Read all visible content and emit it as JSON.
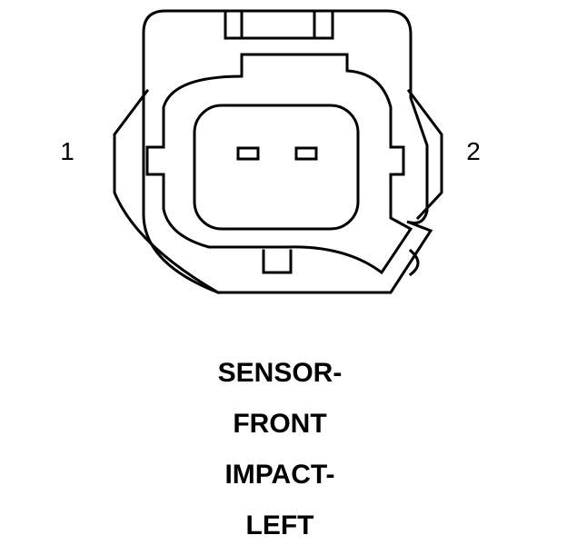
{
  "pins": {
    "left": "1",
    "right": "2"
  },
  "caption": {
    "line1": "SENSOR-",
    "line2": "FRONT",
    "line3": "IMPACT-",
    "line4": "LEFT"
  },
  "colors": {
    "stroke": "#000000",
    "background": "#ffffff"
  }
}
